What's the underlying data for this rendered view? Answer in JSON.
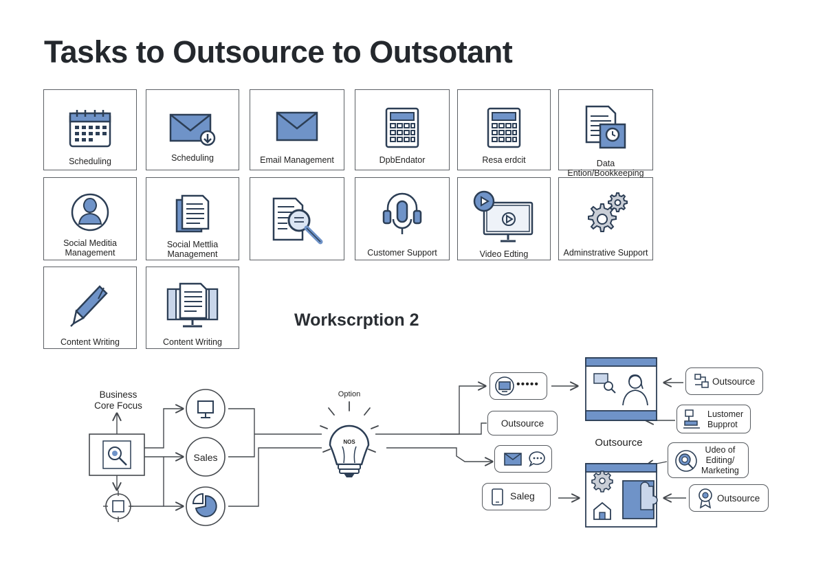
{
  "title": "Tasks to Outsource to Outsotant",
  "cards": [
    {
      "label": "Scheduling",
      "icon": "calendar-icon"
    },
    {
      "label": "Scheduling",
      "icon": "email-download-icon"
    },
    {
      "label": "Email Management",
      "icon": "envelope-icon"
    },
    {
      "label": "DpbEndator",
      "icon": "calculator-icon"
    },
    {
      "label": "Resa erdcit",
      "icon": "calculator-icon"
    },
    {
      "label": "Data Ention/Bookkeeping",
      "icon": "document-clock-icon"
    },
    {
      "label": "Social Meditia Management",
      "icon": "person-icon"
    },
    {
      "label": "Social Mettlia Management",
      "icon": "documents-icon"
    },
    {
      "label": "",
      "icon": "document-magnifier-icon"
    },
    {
      "label": "Customer Support",
      "icon": "headset-icon"
    },
    {
      "label": "Video Edting",
      "icon": "video-monitor-icon"
    },
    {
      "label": "Adminstrative Support",
      "icon": "gears-icon"
    },
    {
      "label": "Content Writing",
      "icon": "pen-icon"
    },
    {
      "label": "Content Writing",
      "icon": "monitor-document-icon"
    }
  ],
  "section_title": "Workscrption 2",
  "flow": {
    "business_core": "Business\nCore Focus",
    "sales_circle": "Sales",
    "option_label": "Option",
    "bulb_text": "NOS",
    "outsource_pill": "Outsource",
    "sales_pill": "Saleg",
    "outsource_center": "Outsource",
    "right_top_pill": "Outsource",
    "customer_support_pill": "Lustomer\nBupprot",
    "video_editing_pill": "Udeo of\nEditing/\nMarketing",
    "right_bottom_pill": "Outsource"
  },
  "colors": {
    "accent": "#6f93c8",
    "accent_dark": "#2c3e55",
    "line": "#44484d"
  }
}
